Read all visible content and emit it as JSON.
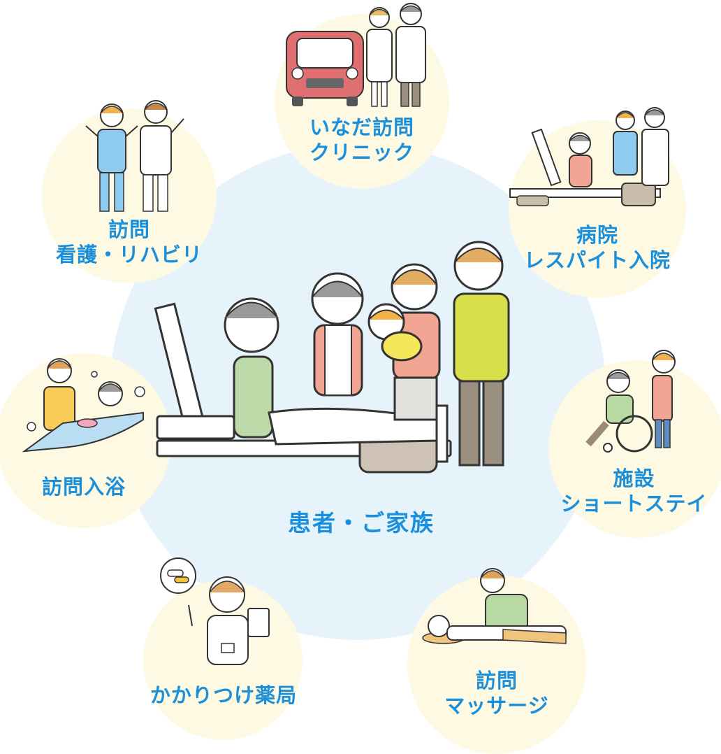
{
  "diagram": {
    "center": {
      "label": "患者・ご家族",
      "illustration": "family-around-care-bed"
    },
    "nodes": [
      {
        "id": "clinic",
        "lines": [
          "いなだ訪問",
          "クリニック"
        ],
        "illustration": "car-and-doctors"
      },
      {
        "id": "nursing",
        "lines": [
          "訪問",
          "看護・リハビリ"
        ],
        "illustration": "nurse-and-therapist-waving"
      },
      {
        "id": "hospital",
        "lines": [
          "病院",
          "レスパイト入院"
        ],
        "illustration": "patient-in-hospital-bed-with-staff"
      },
      {
        "id": "bathing",
        "lines": [
          "訪問入浴"
        ],
        "illustration": "caregiver-bathing-elder"
      },
      {
        "id": "facility",
        "lines": [
          "施設",
          "ショートステイ"
        ],
        "illustration": "caregiver-pushing-wheelchair"
      },
      {
        "id": "pharmacy",
        "lines": [
          "かかりつけ薬局"
        ],
        "illustration": "pharmacist-with-medicine"
      },
      {
        "id": "massage",
        "lines": [
          "訪問",
          "マッサージ"
        ],
        "illustration": "therapist-massaging-legs"
      }
    ],
    "colors": {
      "center_bg": "#e6f3fb",
      "node_bg": "#fdf9e3",
      "label": "#1a8fdc"
    }
  }
}
